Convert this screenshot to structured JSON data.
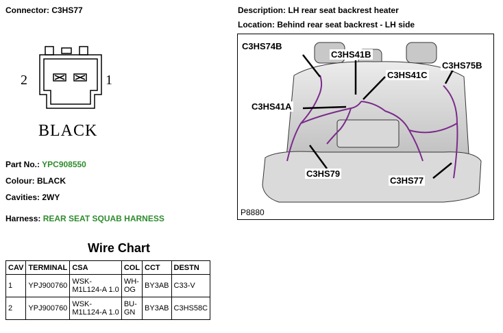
{
  "connector": {
    "label": "Connector:",
    "value": "C3HS77"
  },
  "description": {
    "label": "Description:",
    "value": "LH rear seat backrest heater"
  },
  "location": {
    "label": "Location:",
    "value": "Behind rear seat backrest - LH side"
  },
  "pins": {
    "left": "2",
    "right": "1"
  },
  "connector_color": "BLACK",
  "part_no": {
    "label": "Part No.:",
    "value": "YPC908550"
  },
  "colour": {
    "label": "Colour:",
    "value": "BLACK"
  },
  "cavities": {
    "label": "Cavities:",
    "value": "2WY"
  },
  "harness": {
    "label": "Harness:",
    "value": "REAR SEAT SQUAB HARNESS"
  },
  "wire_chart": {
    "title": "Wire Chart",
    "headers": [
      "CAV",
      "TERMINAL",
      "CSA",
      "COL",
      "CCT",
      "DESTN"
    ],
    "rows": [
      {
        "cav": "1",
        "terminal": "YPJ900760",
        "csa_1": "WSK-",
        "csa_2": "M1L124-A 1.0",
        "col_1": "WH-",
        "col_2": "OG",
        "cct": "BY3AB",
        "destn": "C33-V"
      },
      {
        "cav": "2",
        "terminal": "YPJ900760",
        "csa_1": "WSK-",
        "csa_2": "M1L124-A 1.0",
        "col_1": "BU-",
        "col_2": "GN",
        "cct": "BY3AB",
        "destn": "C3HS58C"
      }
    ]
  },
  "diagram": {
    "callouts": {
      "c3hs74b": "C3HS74B",
      "c3hs41b": "C3HS41B",
      "c3hs75b": "C3HS75B",
      "c3hs41c": "C3HS41C",
      "c3hs41a": "C3HS41A",
      "c3hs79": "C3HS79",
      "c3hs77": "C3HS77"
    },
    "figure_id": "P8880"
  },
  "colors": {
    "green_text": "#2e8b2e",
    "harness_wire": "#7a2a8a"
  }
}
